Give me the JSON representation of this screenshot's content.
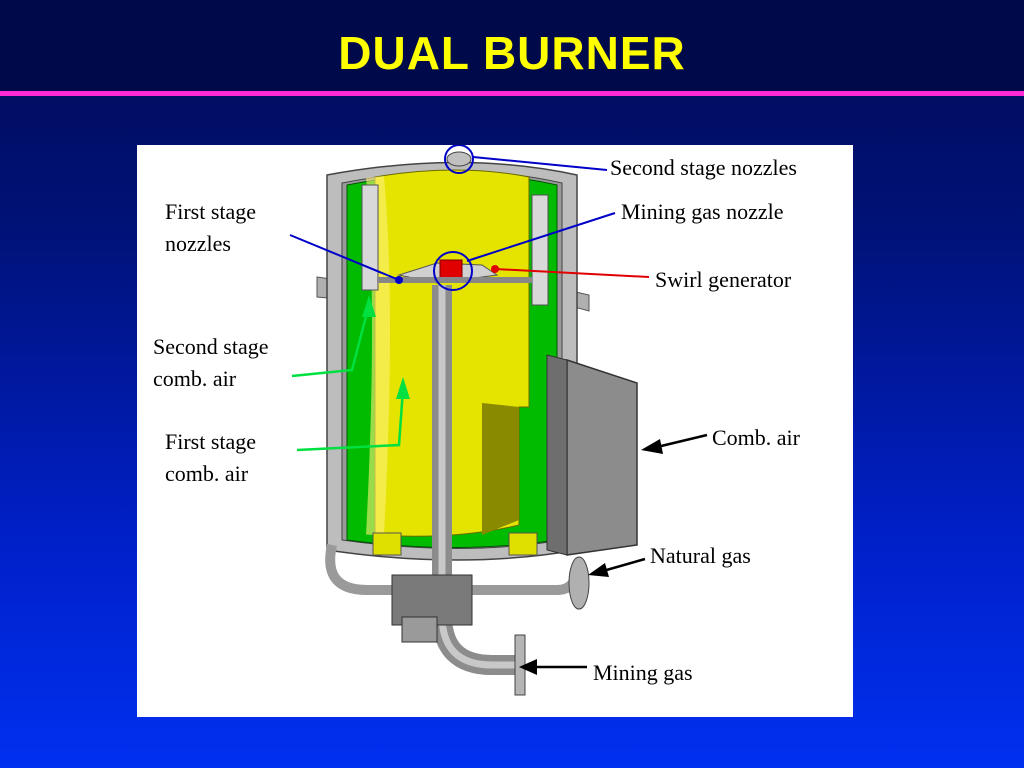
{
  "slide": {
    "title": "DUAL BURNER",
    "accent_color": "#ff2ad4",
    "title_color": "#ffff00"
  },
  "diagram": {
    "labels": {
      "second_stage_nozzles": "Second stage nozzles",
      "mining_gas_nozzle": "Mining gas nozzle",
      "swirl_generator": "Swirl generator",
      "first_stage_nozzles_1": "First stage",
      "first_stage_nozzles_2": "nozzles",
      "second_stage_air_1": "Second stage",
      "second_stage_air_2": "comb. air",
      "first_stage_air_1": "First stage",
      "first_stage_air_2": "comb. air",
      "comb_air": "Comb. air",
      "natural_gas": "Natural gas",
      "mining_gas": "Mining gas"
    },
    "colors": {
      "body_gray": "#a8a8a8",
      "dark_gray": "#6e6e6e",
      "yellow": "#e6e600",
      "green": "#00c800",
      "red": "#e00000",
      "blue_leader": "#0000c8",
      "green_leader": "#00e040"
    }
  }
}
